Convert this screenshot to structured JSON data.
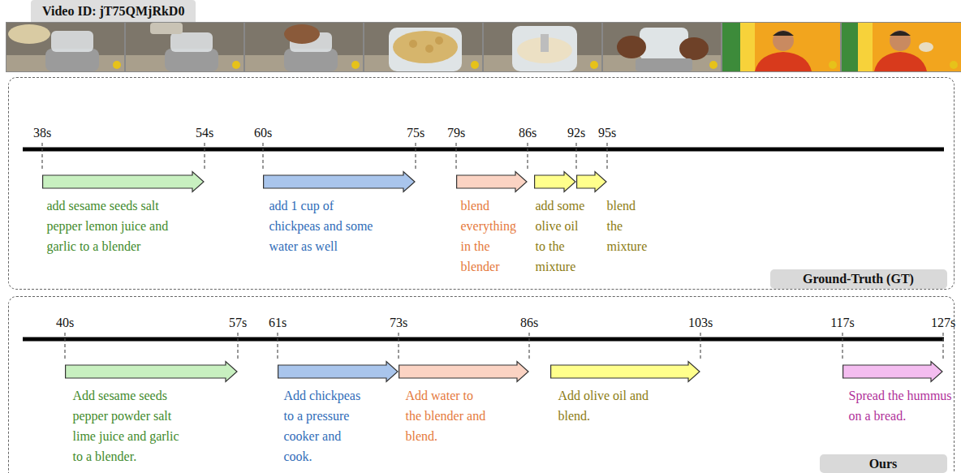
{
  "diagram": {
    "title": "Video ID: jT75QMjRkD0",
    "nodes": [
      {
        "text": []
      },
      {
        "text": [
          "add sesame seeds salt pepper lemon juice and garlic to a blender"
        ],
        "in": 0
      },
      {
        "text": [
          "add 1 cup of chickpeas and some water as well"
        ],
        "in": 0
      },
      {
        "text": [
          "blend everything in the blender"
        ],
        "in": 0
      },
      {
        "text": [
          "add some olive oil to the mixture"
        ],
        "in": 0
      },
      {
        "text": [
          "blend the mixture"
        ],
        "in": 0
      },
      {
        "text": [
          "Ground-Truth (GT)"
        ],
        "in": 0
      },
      {
        "text": []
      },
      {
        "text": [
          "Add sesame seeds pepper powder salt lime juice and garlic to a blender."
        ],
        "in": 7
      },
      {
        "text": [
          "Add chickpeas to a pressure cooker and cook."
        ],
        "in": 7
      },
      {
        "text": [
          "Add water to the blender and blend."
        ],
        "in": 7
      },
      {
        "text": [
          "Add olive oil and blend."
        ],
        "in": 7
      },
      {
        "text": [
          "Spread the hummus on a bread."
        ],
        "in": 7
      },
      {
        "text": [
          "Ours"
        ],
        "in": 7
      }
    ],
    "labels": [
      "38s",
      "54s",
      "60s",
      "75s",
      "79s",
      "86s",
      "92s",
      "95s",
      "40s",
      "57s",
      "61s",
      "73s",
      "86s",
      "103s",
      "117s",
      "127s"
    ]
  }
}
